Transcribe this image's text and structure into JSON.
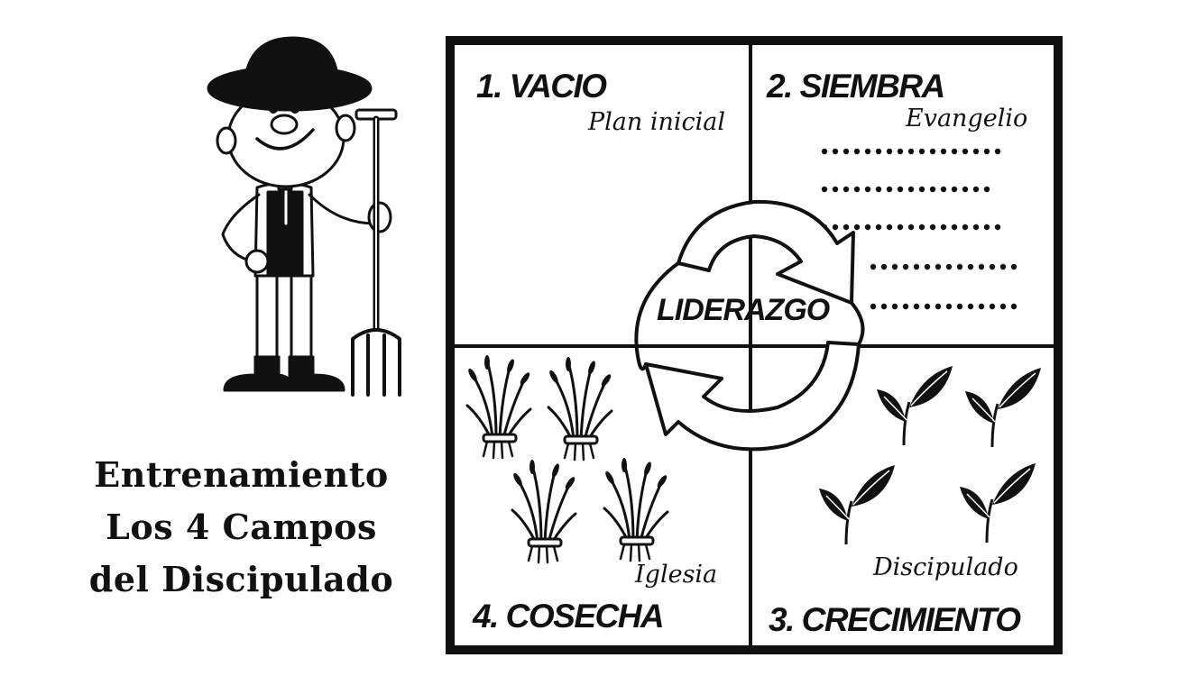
{
  "title_lines": [
    "Entrenamiento",
    "Los 4 Campos",
    "del Discipulado"
  ],
  "fields": [
    {
      "title": "1. VACIO",
      "subtitle": "Plan inicial"
    },
    {
      "title": "2. SIEMBRA",
      "subtitle": "Evangelio"
    },
    {
      "title": "3. CRECIMIENTO",
      "subtitle": "Discipulado"
    },
    {
      "title": "4. COSECHA",
      "subtitle": "Iglesia"
    }
  ],
  "center_label": "LIDERAZGO",
  "icons": [
    "farmer-icon",
    "pitchfork-icon",
    "wheat-bundle-icon",
    "sprout-icon",
    "cycle-arrows-icon"
  ],
  "colors": {
    "ink": "#111111",
    "background": "#ffffff"
  }
}
